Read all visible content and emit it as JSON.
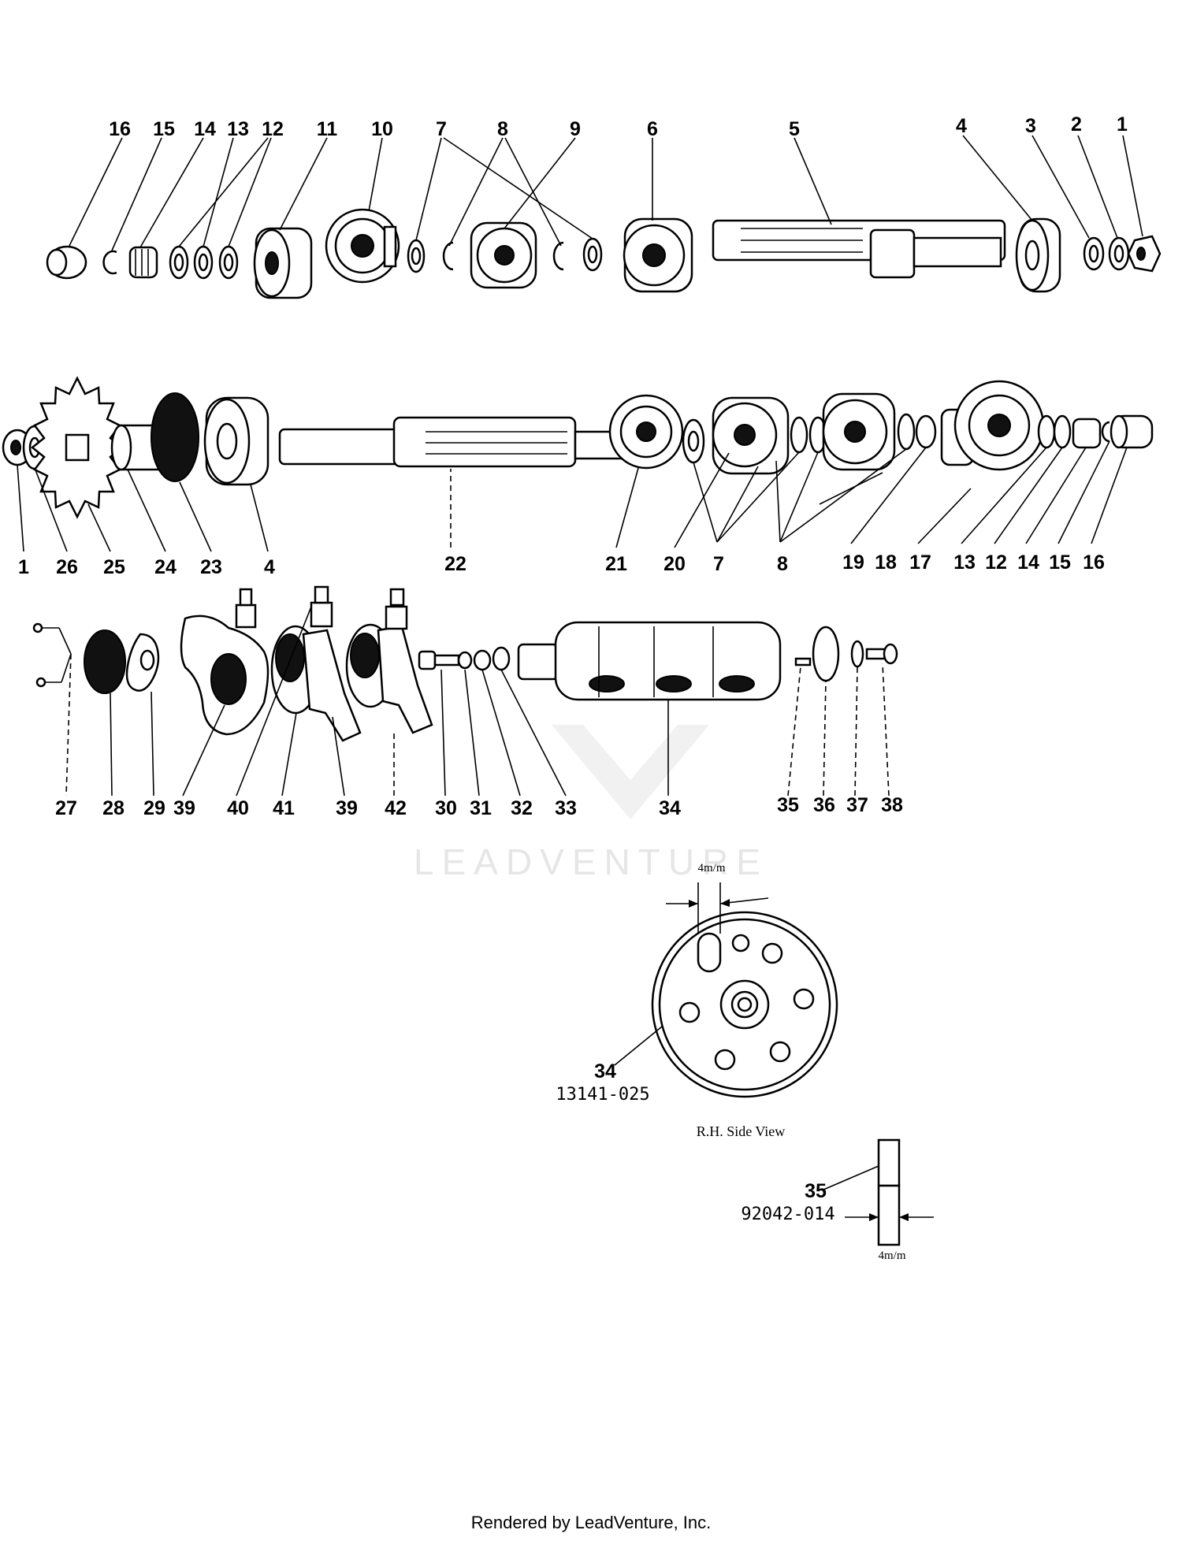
{
  "row1_labels": [
    "16",
    "15",
    "14",
    "13",
    "12",
    "11",
    "10",
    "7",
    "8",
    "9",
    "6",
    "5",
    "4",
    "3",
    "2",
    "1"
  ],
  "row2_labels": [
    "1",
    "26",
    "25",
    "24",
    "23",
    "4",
    "22",
    "21",
    "20",
    "7",
    "8",
    "19",
    "18",
    "17",
    "13",
    "12",
    "14",
    "15",
    "16"
  ],
  "row3_labels": [
    "27",
    "28",
    "29",
    "39",
    "40",
    "41",
    "39",
    "42",
    "30",
    "31",
    "32",
    "33",
    "34",
    "35",
    "36",
    "37",
    "38"
  ],
  "drum_detail": {
    "callout": "34",
    "part_number": "13141-025",
    "caption": "R.H. Side View",
    "dimension": "4m/m"
  },
  "pin_detail": {
    "callout": "35",
    "part_number": "92042-014",
    "dimension": "4m/m"
  },
  "watermark": "LEADVENTURE",
  "footer": "Rendered by LeadVenture, Inc."
}
